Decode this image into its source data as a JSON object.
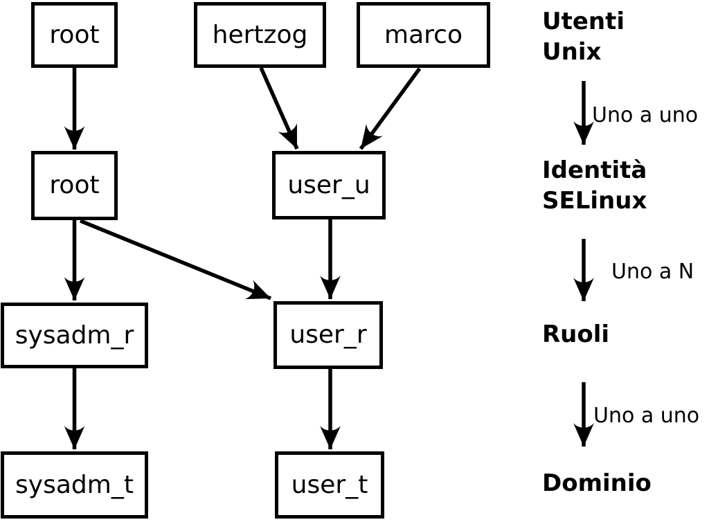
{
  "colors": {
    "background": "#ffffff",
    "stroke": "#000000",
    "text": "#000000"
  },
  "nodes": {
    "unix_root": "root",
    "unix_hertzog": "hertzog",
    "unix_marco": "marco",
    "selinux_root": "root",
    "selinux_user_u": "user_u",
    "role_sysadm_r": "sysadm_r",
    "role_user_r": "user_r",
    "domain_sysadm_t": "sysadm_t",
    "domain_user_t": "user_t"
  },
  "edges": [
    {
      "from": "unix_root",
      "to": "selinux_root"
    },
    {
      "from": "unix_hertzog",
      "to": "selinux_user_u"
    },
    {
      "from": "unix_marco",
      "to": "selinux_user_u"
    },
    {
      "from": "selinux_root",
      "to": "role_sysadm_r"
    },
    {
      "from": "selinux_root",
      "to": "role_user_r"
    },
    {
      "from": "selinux_user_u",
      "to": "role_user_r"
    },
    {
      "from": "role_sysadm_r",
      "to": "domain_sysadm_t"
    },
    {
      "from": "role_user_r",
      "to": "domain_user_t"
    }
  ],
  "legend": {
    "levels": [
      {
        "lines": [
          "Utenti",
          "Unix"
        ]
      },
      {
        "lines": [
          "Identità",
          "SELinux"
        ]
      },
      {
        "lines": [
          "Ruoli"
        ]
      },
      {
        "lines": [
          "Dominio"
        ]
      }
    ],
    "relations": [
      {
        "label": "Uno a uno"
      },
      {
        "label": "Uno a N"
      },
      {
        "label": "Uno a uno"
      }
    ]
  }
}
